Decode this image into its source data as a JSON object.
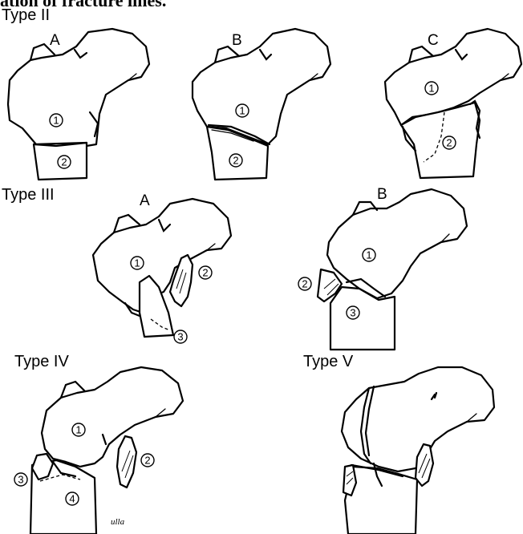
{
  "caption": "ation of fracture lines.",
  "types": {
    "type2": {
      "title": "Type II",
      "variants": [
        {
          "label": "A",
          "fragments": [
            "1",
            "2"
          ]
        },
        {
          "label": "B",
          "fragments": [
            "1",
            "2"
          ]
        },
        {
          "label": "C",
          "fragments": [
            "1",
            "2"
          ]
        }
      ]
    },
    "type3": {
      "title": "Type III",
      "variants": [
        {
          "label": "A",
          "fragments": [
            "1",
            "2",
            "3"
          ]
        },
        {
          "label": "B",
          "fragments": [
            "1",
            "2",
            "3"
          ]
        }
      ]
    },
    "type4": {
      "title": "Type IV",
      "fragments": [
        "1",
        "2",
        "3",
        "4"
      ],
      "signature": "ulla"
    },
    "type5": {
      "title": "Type V"
    }
  }
}
